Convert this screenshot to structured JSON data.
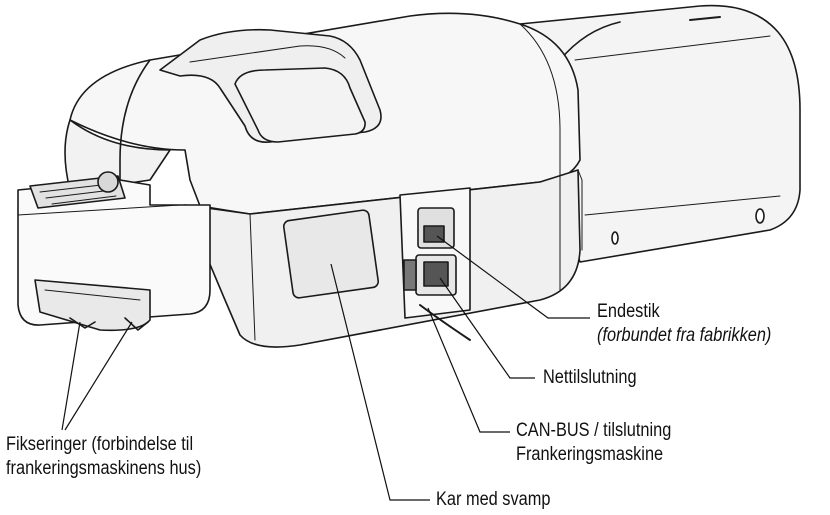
{
  "labels": {
    "endestik": "Endestik",
    "endestik_note": "(forbundet fra fabrikken)",
    "nettilslutning": "Nettilslutning",
    "canbus_line1": "CAN-BUS / tilslutning",
    "canbus_line2": "Frankeringsmaskine",
    "fikseringer_line1": "Fikseringer (forbindelse til",
    "fikseringer_line2": "frankeringsmaskinens hus)",
    "kar": "Kar med svamp"
  }
}
